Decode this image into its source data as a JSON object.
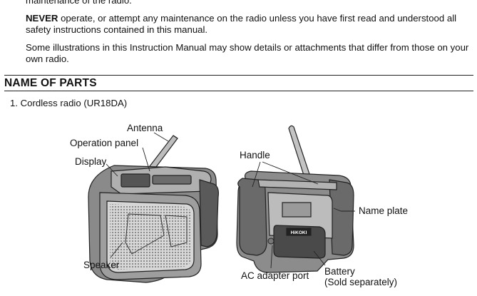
{
  "paragraphs": {
    "p0": "maintenance of the radio.",
    "p1_strong": "NEVER",
    "p1_rest": " operate, or attempt any maintenance on the radio unless you have first read and understood all safety instructions contained in this manual.",
    "p2": "Some illustrations in this Instruction Manual may show details or attachments that differ from those on your own radio."
  },
  "section": {
    "title": "NAME OF PARTS"
  },
  "item": {
    "text": "1. Cordless radio (UR18DA)"
  },
  "labels": {
    "antenna": "Antenna",
    "operation_panel": "Operation panel",
    "display": "Display",
    "speaker": "Speaker",
    "handle": "Handle",
    "name_plate": "Name plate",
    "ac_adapter_port": "AC adapter port",
    "battery_line1": "Battery",
    "battery_line2": "(Sold separately)"
  },
  "battery_badge": "HiKOKI"
}
